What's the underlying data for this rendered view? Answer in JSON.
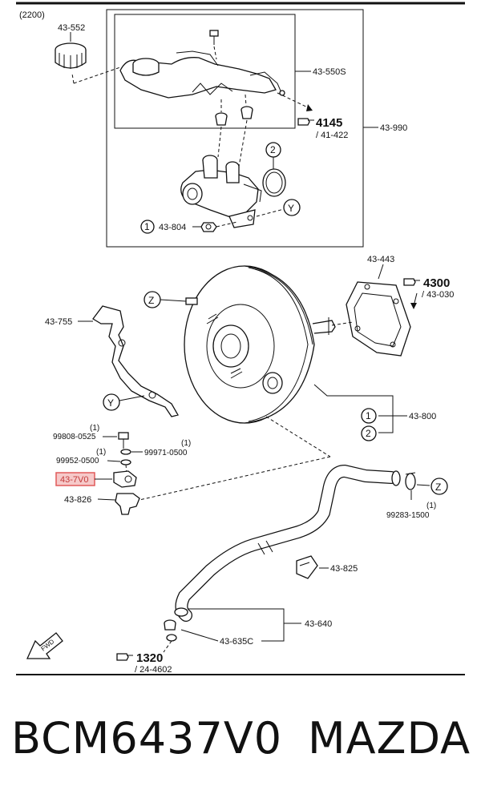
{
  "diagram": {
    "group_code": "(2200)",
    "labels": {
      "l43_552": "43-552",
      "l43_550S": "43-550S",
      "ref4145": "4145",
      "ref41_422": "/ 41-422",
      "l43_990": "43-990",
      "l43_804": "43-804",
      "l43_443": "43-443",
      "ref4300": "4300",
      "ref43_030": "/ 43-030",
      "l43_755": "43-755",
      "l43_800": "43-800",
      "l99808": "99808-0525",
      "l99971": "99971-0500",
      "l99952": "99952-0500",
      "l43_7V0": "43-7V0",
      "l43_826": "43-826",
      "l99283": "99283-1500",
      "l43_825": "43-825",
      "l43_640": "43-640",
      "l43_635C": "43-635C",
      "ref1320": "1320",
      "ref24_4602": "/ 24-4602",
      "qty1": "(1)",
      "fwd": "FWD"
    },
    "markers": {
      "one": "1",
      "two": "2",
      "y": "Y",
      "z": "Z"
    },
    "highlight_color": "#e05a5a"
  },
  "footer": {
    "part_number": "BCM6437V0",
    "brand": "MAZDA"
  }
}
